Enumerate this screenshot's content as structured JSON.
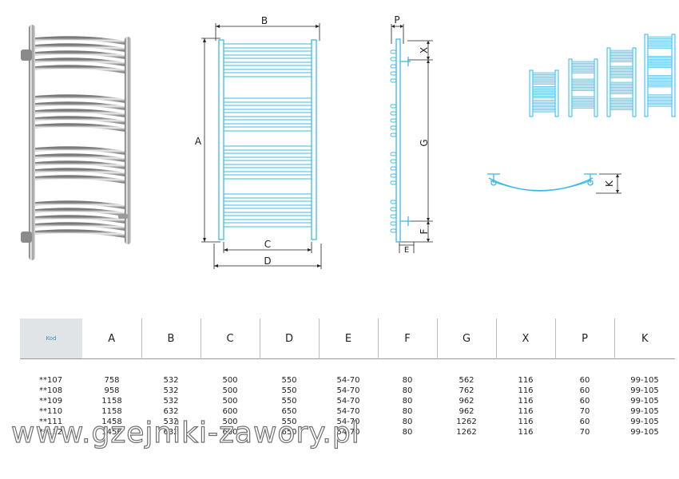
{
  "drawing": {
    "front_labels": {
      "width_top": "B",
      "height": "A",
      "inner_bottom": "C",
      "outer_bottom": "D"
    },
    "side_labels": {
      "p": "P",
      "x": "X",
      "g": "G",
      "f": "F",
      "e": "E"
    },
    "curve_label": "K"
  },
  "table": {
    "headers": [
      "Kod",
      "A",
      "B",
      "C",
      "D",
      "E",
      "F",
      "G",
      "X",
      "P",
      "K"
    ],
    "rows": [
      [
        "**107",
        "758",
        "532",
        "500",
        "550",
        "54-70",
        "80",
        "562",
        "116",
        "60",
        "99-105"
      ],
      [
        "**108",
        "958",
        "532",
        "500",
        "550",
        "54-70",
        "80",
        "762",
        "116",
        "60",
        "99-105"
      ],
      [
        "**109",
        "1158",
        "532",
        "500",
        "550",
        "54-70",
        "80",
        "962",
        "116",
        "60",
        "99-105"
      ],
      [
        "**110",
        "1158",
        "632",
        "600",
        "650",
        "54-70",
        "80",
        "962",
        "116",
        "70",
        "99-105"
      ],
      [
        "**111",
        "1458",
        "532",
        "500",
        "550",
        "54-70",
        "80",
        "1262",
        "116",
        "60",
        "99-105"
      ],
      [
        "**112",
        "1456",
        "632",
        "600",
        "650",
        "54-70",
        "80",
        "1262",
        "116",
        "70",
        "99-105"
      ]
    ]
  },
  "watermark": "www.gzejniki-zawory.pl",
  "colors": {
    "accent": "#3db9e6",
    "drawing_line": "#222222",
    "chrome_dark": "#6d6d6d",
    "chrome_light": "#e8e8e8"
  }
}
